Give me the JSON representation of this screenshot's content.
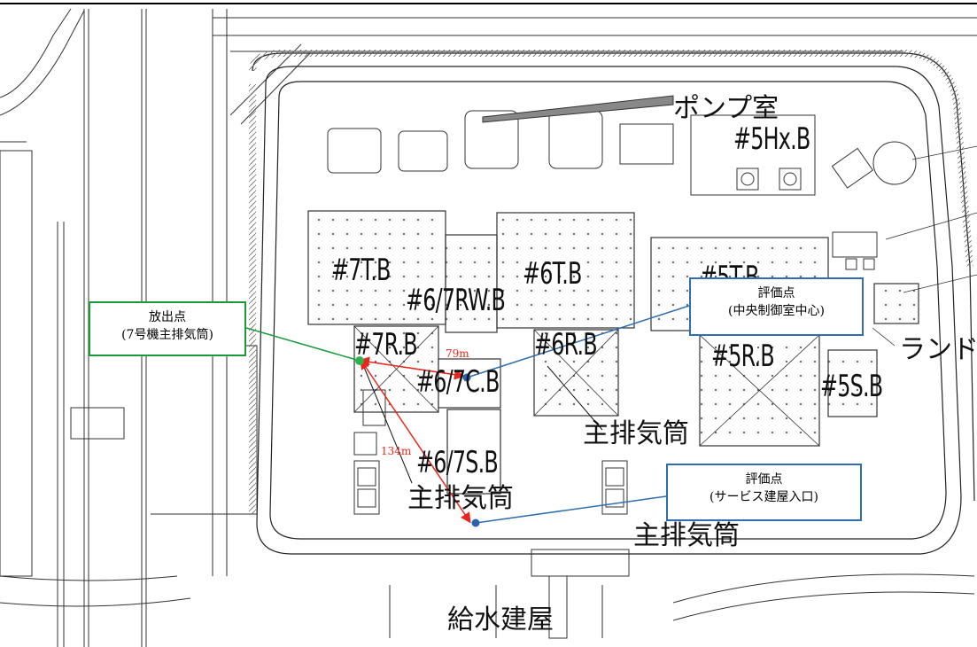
{
  "buildings": {
    "t7": "#7T.B",
    "rw67": "#6/7RW.B",
    "t6": "#6T.B",
    "t5": "#5T.B",
    "r7": "#7R.B",
    "c67": "#6/7C.B",
    "r6": "#6R.B",
    "r5": "#5R.B",
    "s5": "#5S.B",
    "s67": "#6/7S.B",
    "hx5": "#5Hx.B",
    "pump": "ポンプ室",
    "feedwater": "給水建屋",
    "landmark_partial": "ランド"
  },
  "stacks": {
    "s1": "主排気筒",
    "s2": "主排気筒",
    "s3": "主排気筒"
  },
  "callouts": {
    "release": {
      "line1": "放出点",
      "line2": "(7号機主排気筒)"
    },
    "eval_control": {
      "line1": "評価点",
      "line2": "(中央制御室中心)"
    },
    "eval_service": {
      "line1": "評価点",
      "line2": "(サービス建屋入口)"
    }
  },
  "distances": {
    "d1": "79m",
    "d2": "134m"
  },
  "colors": {
    "release_box": "#1a9a3a",
    "eval_box": "#2f6fb0",
    "distance": "#e8261c",
    "release_point": "#2fb34a",
    "eval_point": "#2a62b0"
  }
}
